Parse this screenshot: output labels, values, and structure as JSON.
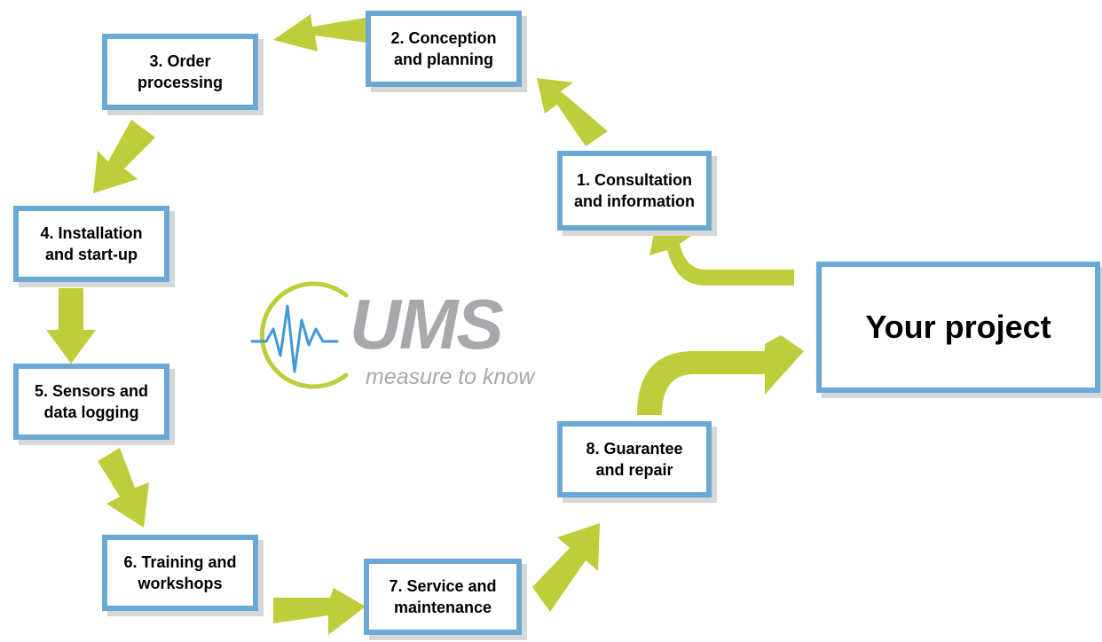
{
  "diagram": {
    "colors": {
      "box_border": "#6aa9d6",
      "arrow": "#bfcd3b",
      "logo_wave": "#3d9ad6",
      "logo_text": "#a6a8ab",
      "shadow": "#d7d7d7"
    },
    "steps": [
      {
        "id": "step-1",
        "label": "1. Consultation\nand information"
      },
      {
        "id": "step-2",
        "label": "2. Conception\nand planning"
      },
      {
        "id": "step-3",
        "label": "3. Order\nprocessing"
      },
      {
        "id": "step-4",
        "label": "4. Installation\nand start-up"
      },
      {
        "id": "step-5",
        "label": "5. Sensors and\ndata logging"
      },
      {
        "id": "step-6",
        "label": "6. Training and\nworkshops"
      },
      {
        "id": "step-7",
        "label": "7. Service and\nmaintenance"
      },
      {
        "id": "step-8",
        "label": "8. Guarantee\nand repair"
      }
    ],
    "center": {
      "label": "Your project"
    }
  },
  "logo": {
    "wordmark": "UMS",
    "tagline": "measure to know"
  }
}
